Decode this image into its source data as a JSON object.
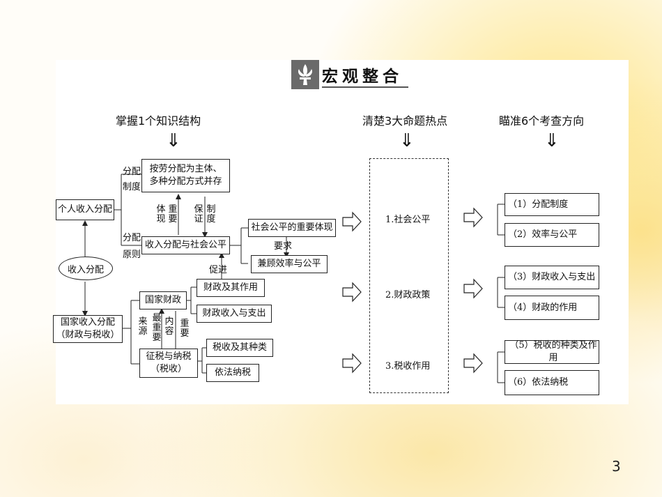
{
  "banner": {
    "title": "宏观整合"
  },
  "headers": {
    "left": "掌握1个知识结构",
    "middle": "清楚3大命题热点",
    "right": "瞄准6个考查方向"
  },
  "down_arrow_glyph": "⇓",
  "mindmap": {
    "personal_income": "个人收入分配",
    "income_distribution": "收入分配",
    "national_income_line1": "国家收入分配",
    "national_income_line2": "（财政与税收）",
    "label_dist_system_1": "分配",
    "label_dist_system_2": "制度",
    "label_dist_principle_1": "分配",
    "label_dist_principle_2": "原则",
    "system_line1": "按劳分配为主体、",
    "system_line2": "多种分配方式并存",
    "embody": "体现",
    "important1": "重要",
    "guarantee": "保证",
    "system_v": "制度",
    "fairness_box": "收入分配与社会公平",
    "fairness_embody": "社会公平的重要体现",
    "require": "要求",
    "promote": "促进",
    "efficiency_fairness": "兼顾效率与公平",
    "national_finance": "国家财政",
    "finance_role": "财政及其作用",
    "finance_income_expense": "财政收入与支出",
    "source": "来源",
    "most_important": "最重要",
    "content": "内容",
    "important2": "重要",
    "tax_line1": "征税与纳税",
    "tax_line2": "（税收）",
    "tax_types": "税收及其种类",
    "tax_law": "依法纳税"
  },
  "hotspots": [
    "1.社会公平",
    "2.财政政策",
    "3.税收作用"
  ],
  "directions": [
    "（1）分配制度",
    "（2）效率与公平",
    "（3）财政收入与支出",
    "（4）财政的作用",
    "（5）税收的种类及作用",
    "（6）依法纳税"
  ],
  "page_number": "3"
}
